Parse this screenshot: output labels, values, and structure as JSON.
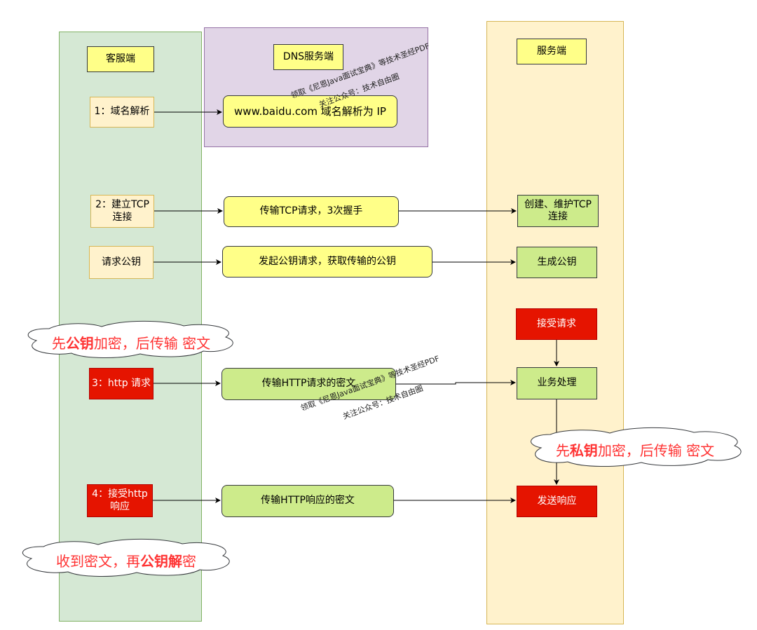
{
  "lanes": {
    "client": "客服端",
    "dns": "DNS服务端",
    "server": "服务端"
  },
  "client_steps": {
    "dns_resolve": "1：域名解析",
    "tcp_connect": "2：建立TCP\n连接",
    "request_key": "请求公钥",
    "http_request": "3：http 请求",
    "accept_response": "4：接受http\n响应"
  },
  "messages": {
    "dns_resolve": "www.baidu.com 域名解析为 IP",
    "tcp_transfer": "传输TCP请求，3次握手",
    "key_request": "发起公钥请求，获取传输的公钥",
    "http_request_cipher": "传输HTTP请求的密文",
    "http_response_cipher": "传输HTTP响应的密文"
  },
  "server_steps": {
    "tcp_maintain": "创建、维护TCP\n连接",
    "generate_key": "生成公钥",
    "accept_request": "接受请求",
    "business_process": "业务处理",
    "send_response": "发送响应"
  },
  "notes": {
    "encrypt_public": {
      "pre": "先",
      "bold": "公钥",
      "post": "加密，后传输 密文"
    },
    "encrypt_private": {
      "pre": "先",
      "bold": "私钥",
      "post": "加密，后传输 密文"
    },
    "decrypt_public": {
      "pre": "收到密文，再",
      "bold": "公钥解",
      "post": "密"
    }
  },
  "watermarks": {
    "line1": "领取《尼恩Java面试宝典》等技术圣经PDF",
    "line2": "关注公众号：技术自由圈"
  },
  "colors": {
    "client_lane": "#d5e8d4",
    "dns_lane": "#e1d5e7",
    "server_lane": "#fff2cc",
    "header": "#ffff88",
    "red": "#e51400",
    "green": "#cdeb8b",
    "note_text": "#ff3333"
  }
}
